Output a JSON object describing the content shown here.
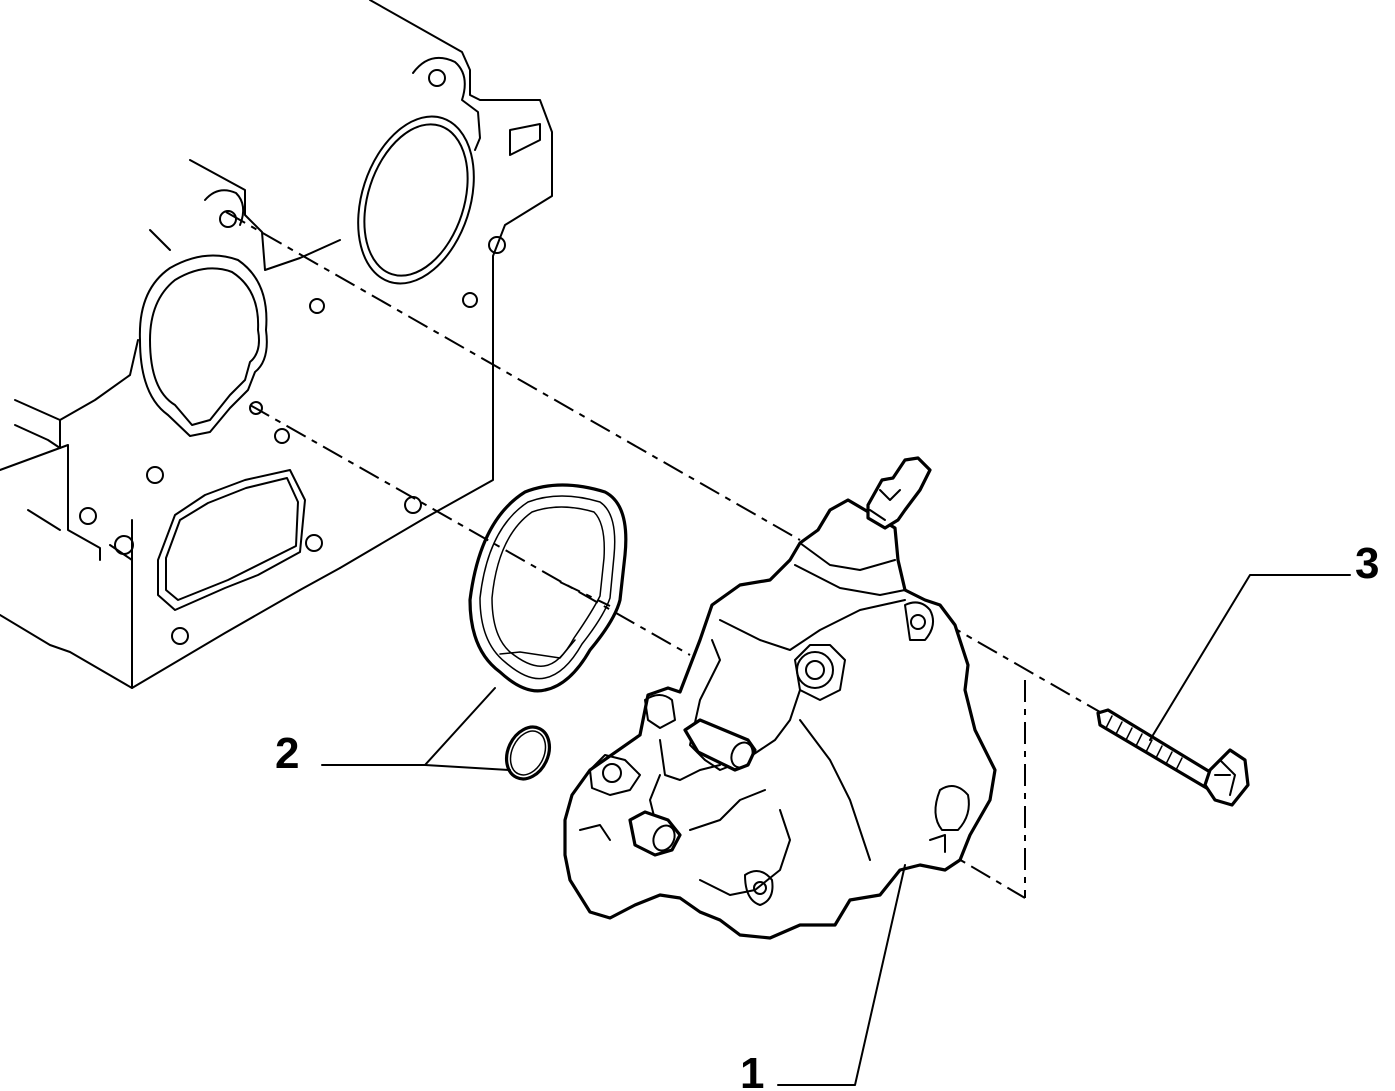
{
  "callouts": [
    {
      "number": "1",
      "part": "pump"
    },
    {
      "number": "2",
      "part": "seals"
    },
    {
      "number": "3",
      "part": "bolt"
    }
  ],
  "colors": {
    "line": "#000000",
    "background": "#ffffff"
  }
}
